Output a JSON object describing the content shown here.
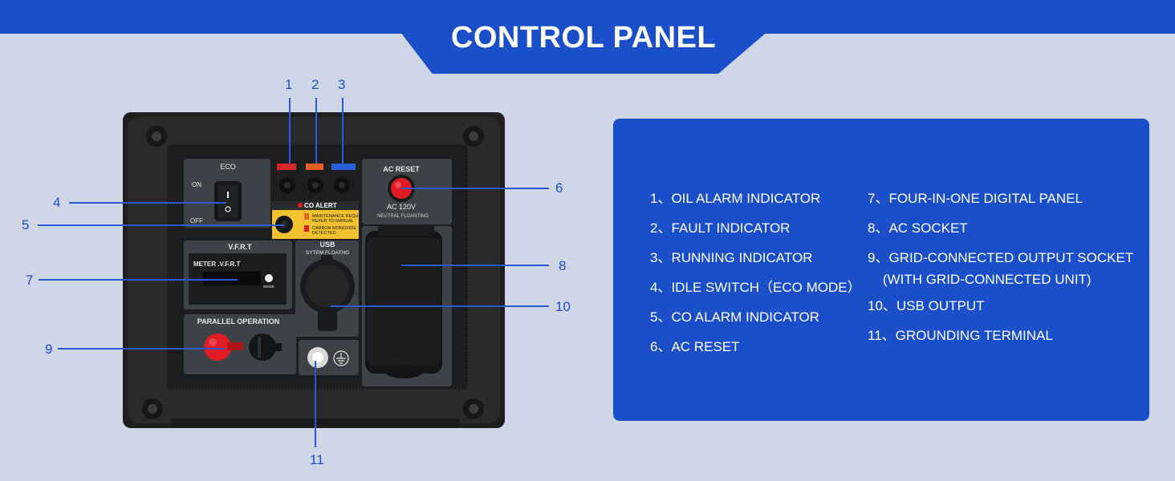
{
  "header": {
    "title": "CONTROL PANEL"
  },
  "panel_labels": {
    "eco": "ECO",
    "on": "ON",
    "off": "OFF",
    "co_alert": "CO ALERT",
    "maintenance_line1": "MAINTENANCE REQUIRED,",
    "maintenance_line2": "REFER TO MANUAL",
    "carbon_line1": "CARBON MONOXIDE",
    "carbon_line2": "DETECTED",
    "ac_reset": "AC RESET",
    "ac_120v": "AC 120V",
    "neutral_floating": "NEUTRAL FLOANTING",
    "vfrt_title": "V.F.R.T",
    "meter_label": "METER  .V.F.R.T",
    "mode": "MODE",
    "usb": "USB",
    "usb_sub": "SYTEM FLOATNG",
    "parallel_operation": "PARALLEL OPERATION"
  },
  "callouts": [
    "1",
    "2",
    "3",
    "4",
    "5",
    "6",
    "7",
    "8",
    "9",
    "10",
    "11"
  ],
  "legend": {
    "left": [
      "1、OIL ALARM INDICATOR",
      "2、FAULT INDICATOR",
      "3、RUNNING INDICATOR",
      "4、IDLE SWITCH（ECO MODE）",
      "5、CO ALARM INDICATOR",
      "6、AC RESET"
    ],
    "right": [
      "7、FOUR-IN-ONE DIGITAL PANEL",
      "8、AC SOCKET",
      "9、GRID-CONNECTED OUTPUT SOCKET\n    (WITH GRID-CONNECTED UNIT)",
      "10、USB OUTPUT",
      "11、GROUNDING TERMINAL"
    ]
  },
  "colors": {
    "brand_blue": "#1b4ec9",
    "background": "#cfd6e8",
    "panel_dark": "#2a2c2e",
    "alert_yellow": "#f2c12e",
    "reset_red": "#e01b24"
  }
}
